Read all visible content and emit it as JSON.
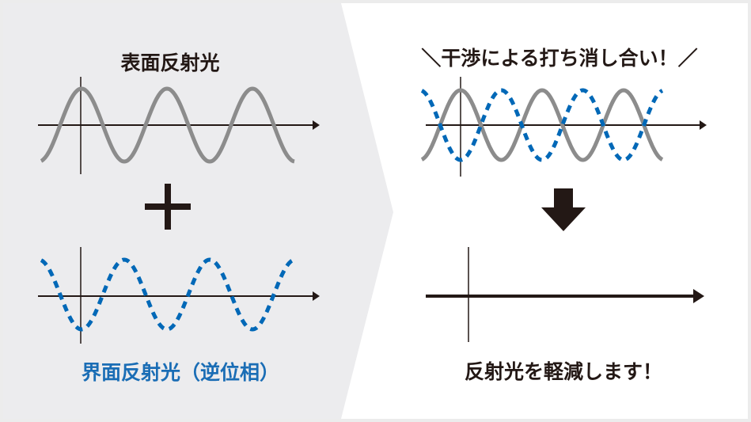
{
  "left": {
    "title": "表面反射光",
    "plus": "+",
    "caption": "界面反射光（逆位相）"
  },
  "right": {
    "title": "＼干渉による打ち消し合い！／",
    "result": "反射光を軽減します！"
  },
  "colors": {
    "panel_left": "#ececee",
    "panel_right": "#ffffff",
    "gray_wave": "#8c8c8c",
    "blue_wave": "#0068b7",
    "axis": "#231815",
    "caption_blue": "#1a6db5"
  }
}
